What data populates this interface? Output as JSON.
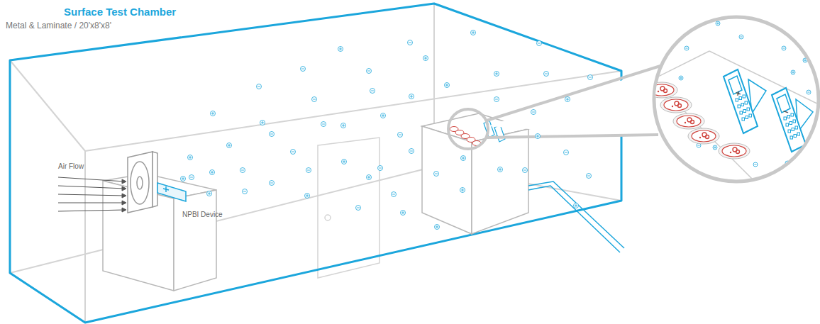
{
  "diagram": {
    "title": "Surface Test Chamber",
    "caption": "Metal & Laminate / 20'x8'x8'",
    "labels": [
      "Air Flow",
      "NPBI Device",
      "+",
      "−"
    ]
  }
}
